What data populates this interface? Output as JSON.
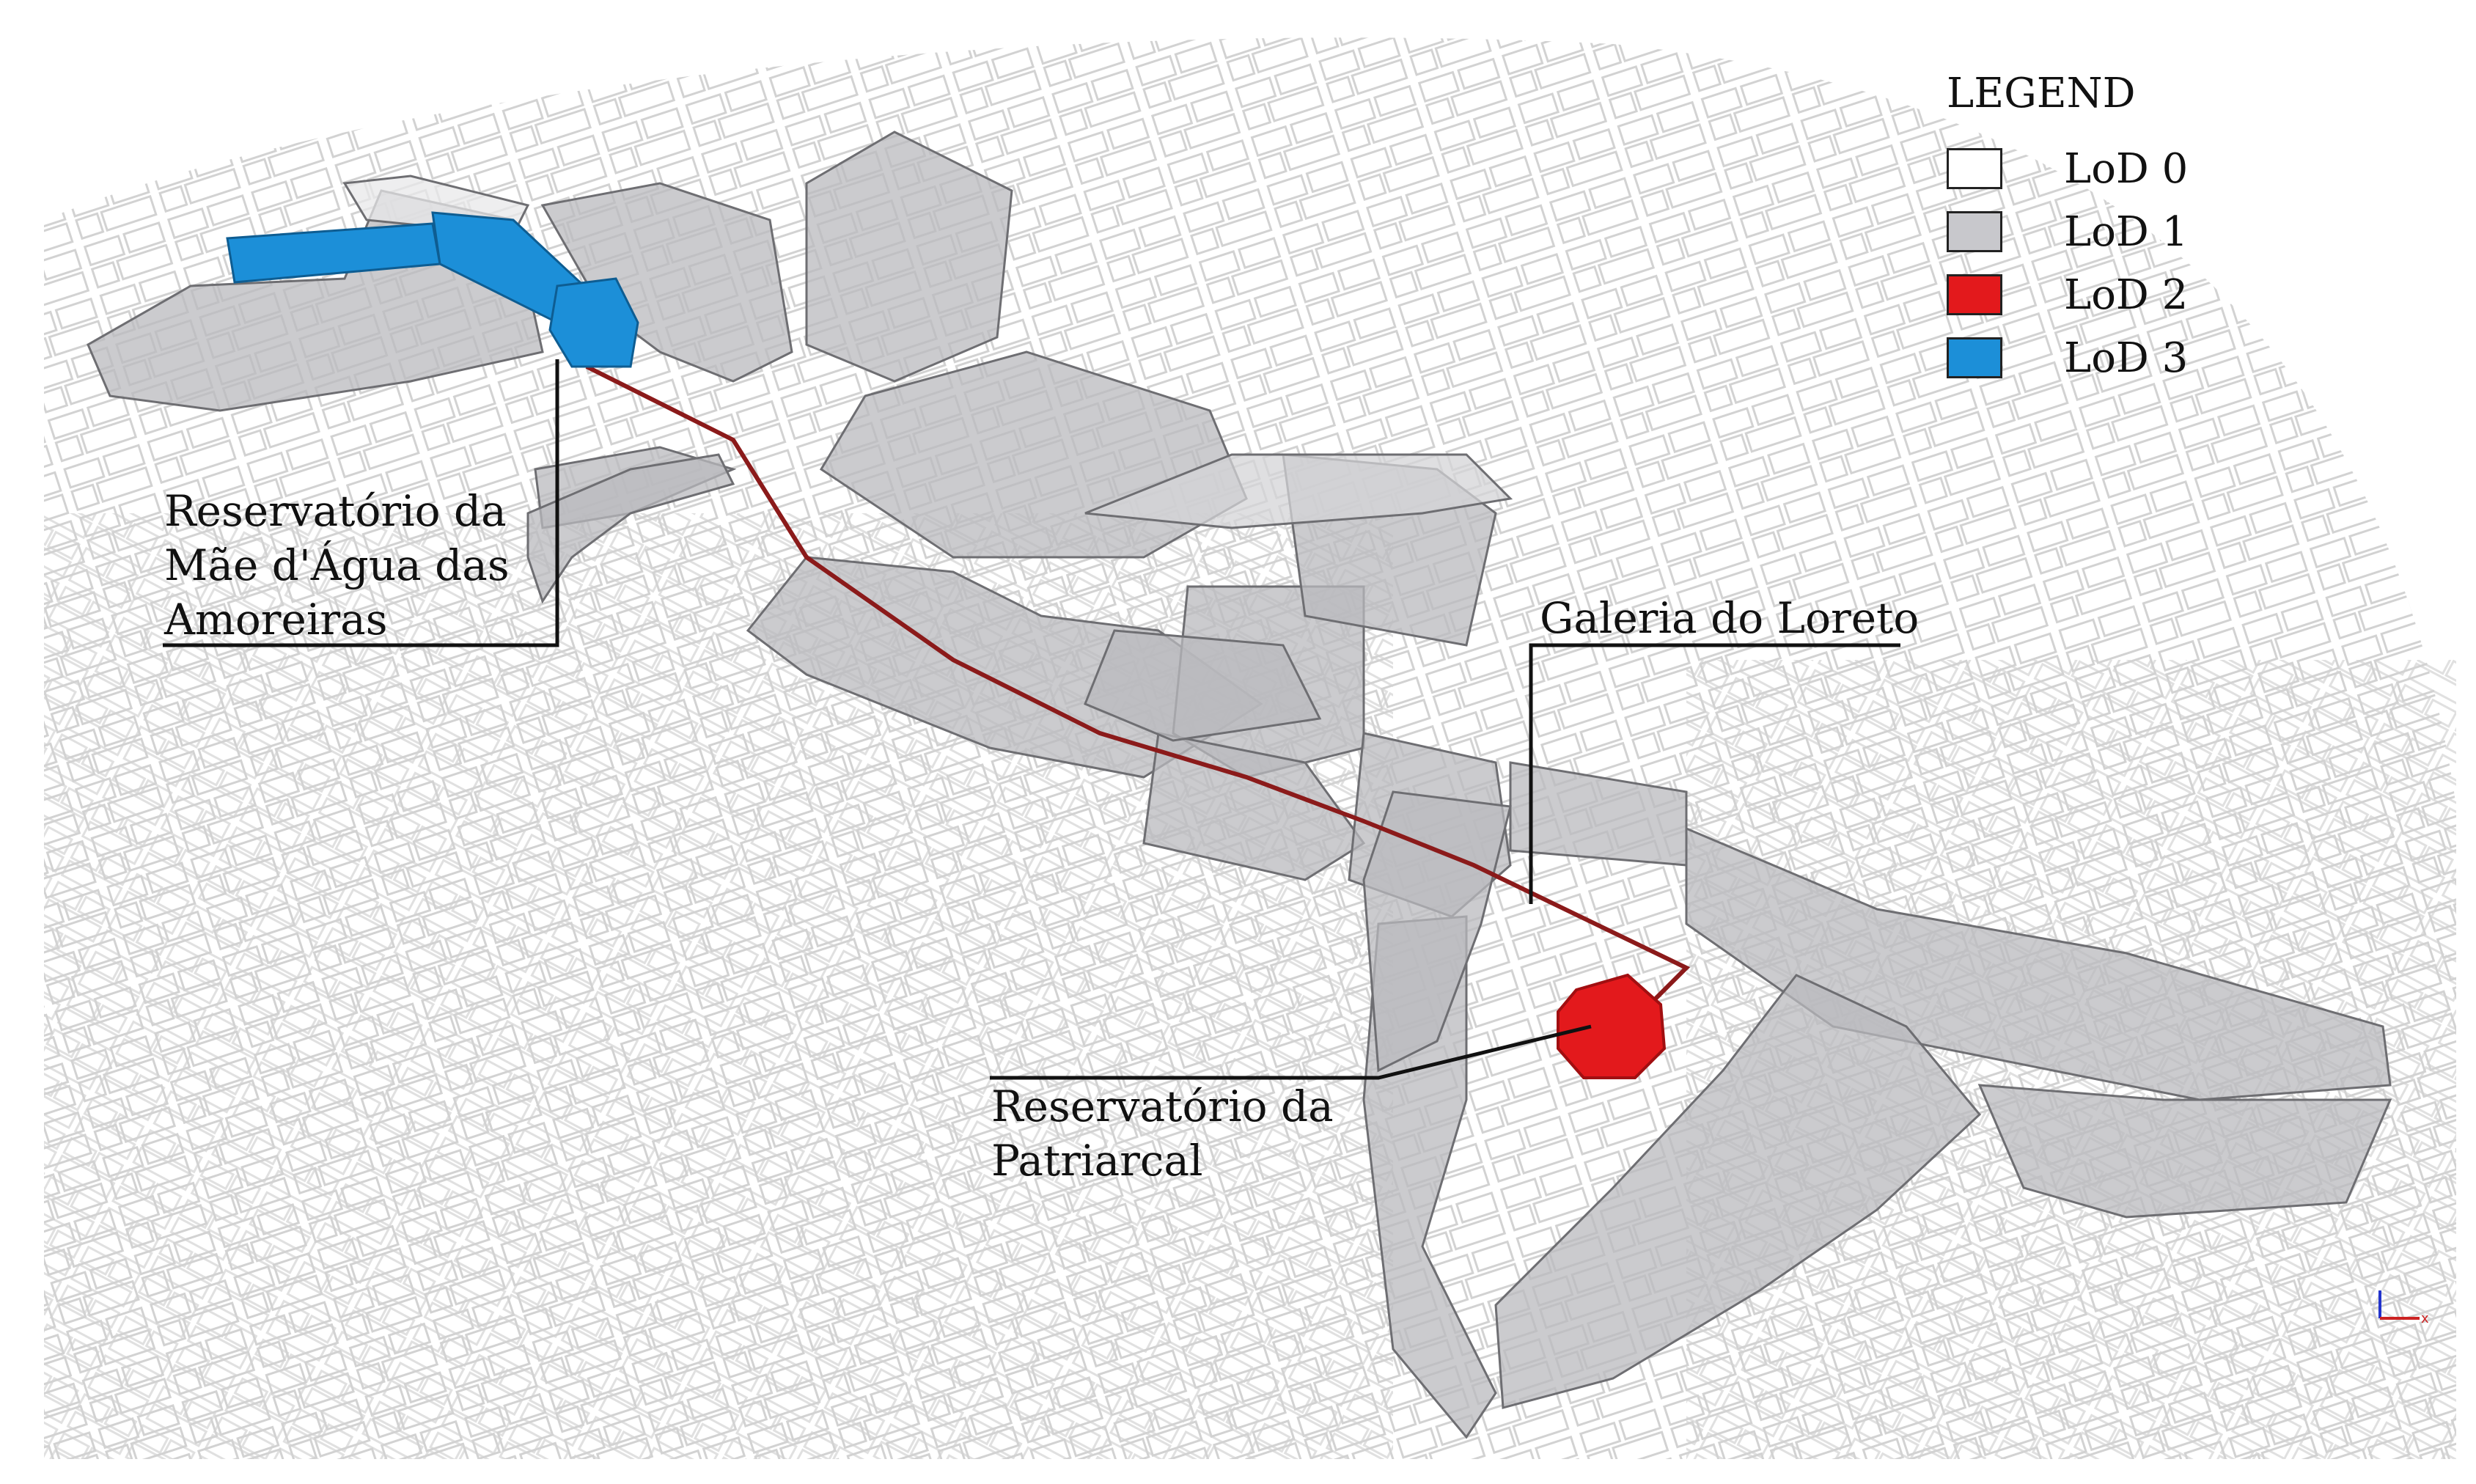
{
  "legend": {
    "title": "LEGEND",
    "items": [
      {
        "label": "LoD 0",
        "color": "#ffffff"
      },
      {
        "label": "LoD 1",
        "color": "#c8c8cc"
      },
      {
        "label": "LoD 2",
        "color": "#e3191c"
      },
      {
        "label": "LoD 3",
        "color": "#1c8fd8"
      }
    ]
  },
  "labels": {
    "reservatorio_amoreiras": [
      "Reservatório da",
      "Mãe d'Água das",
      "Amoreiras"
    ],
    "galeria_loreto": "Galeria do Loreto",
    "reservatorio_patriarcal": [
      "Reservatório da",
      "Patriarcal"
    ]
  },
  "colors": {
    "pipeline": "#8b1a1a",
    "lod1_fill": "#b9b9bd",
    "lod1_stroke": "#6e6e72",
    "lod0_stroke": "#c9c9c9",
    "lod2": "#e3191c",
    "lod3": "#1c8fd8"
  }
}
